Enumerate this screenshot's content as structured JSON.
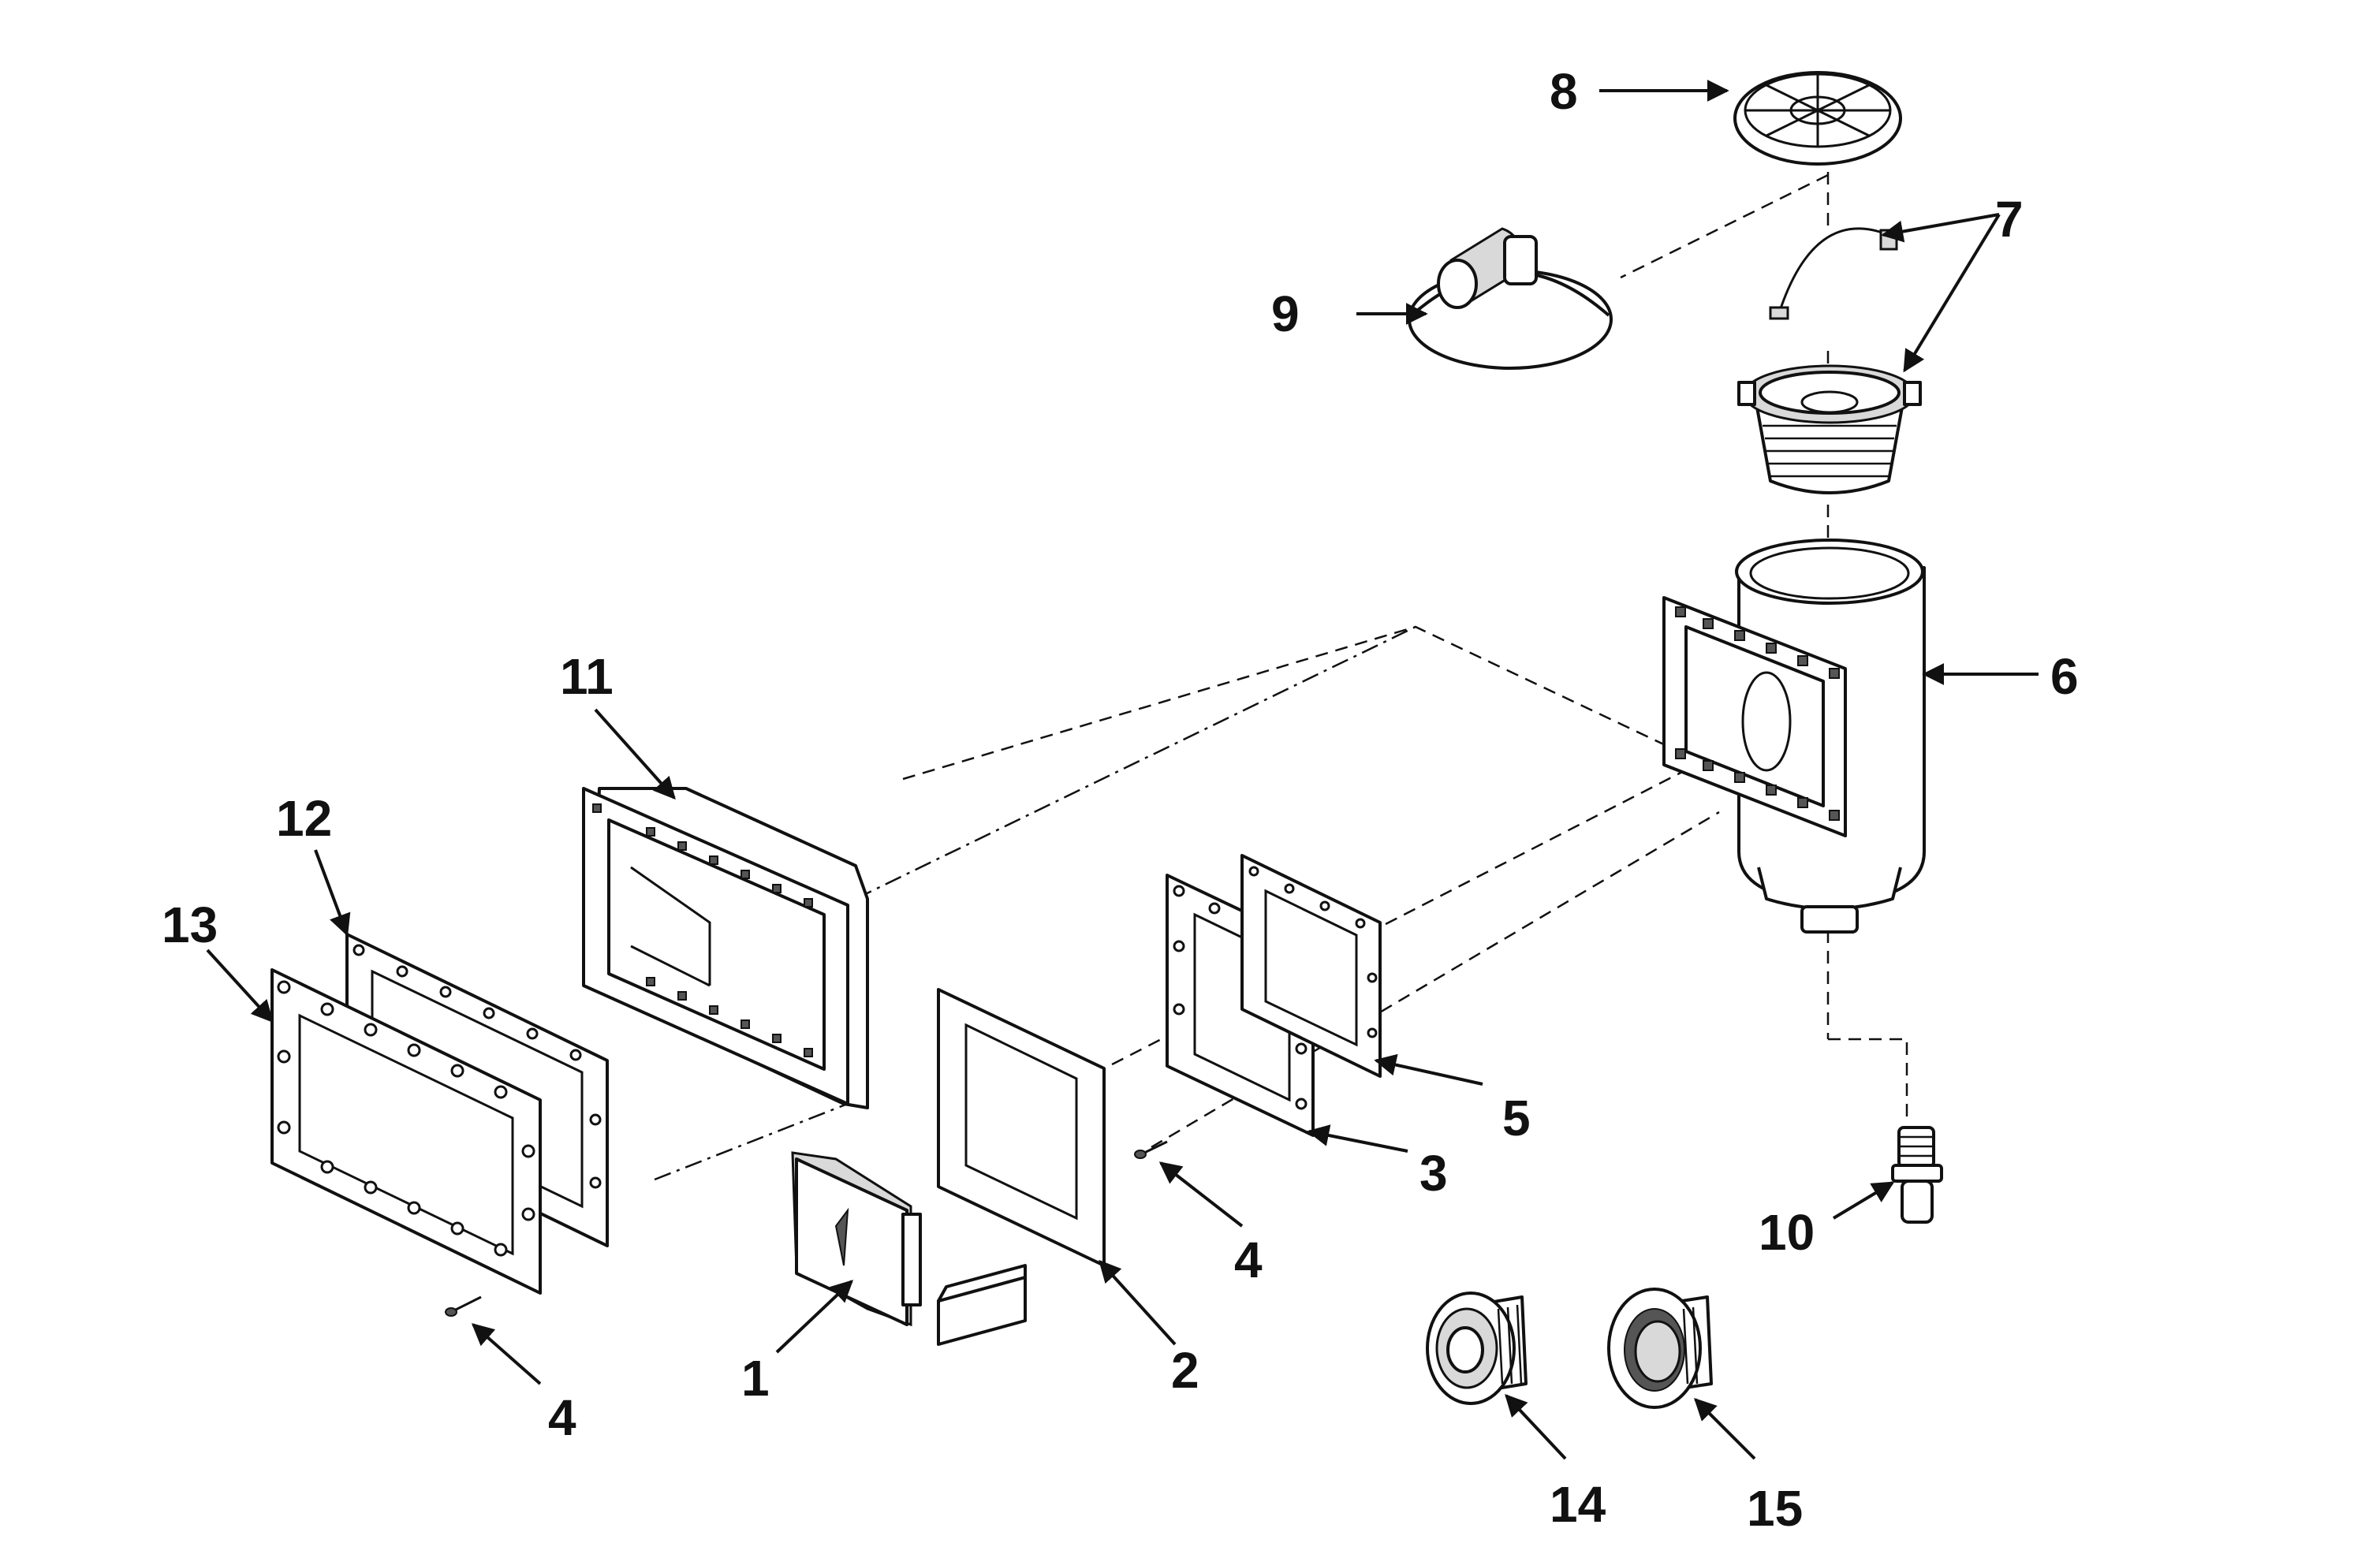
{
  "callouts": [
    {
      "id": "1",
      "label": "1",
      "part": "weir"
    },
    {
      "id": "2",
      "label": "2",
      "part": "face-plate"
    },
    {
      "id": "3",
      "label": "3",
      "part": "mounting-frame"
    },
    {
      "id": "4a",
      "label": "4",
      "part": "screw"
    },
    {
      "id": "4b",
      "label": "4",
      "part": "screw"
    },
    {
      "id": "5",
      "label": "5",
      "part": "gasket"
    },
    {
      "id": "6",
      "label": "6",
      "part": "skimmer-body"
    },
    {
      "id": "7",
      "label": "7",
      "part": "basket-and-handle"
    },
    {
      "id": "8",
      "label": "8",
      "part": "lid"
    },
    {
      "id": "9",
      "label": "9",
      "part": "vacuum-plate"
    },
    {
      "id": "10",
      "label": "10",
      "part": "equalizer-fitting"
    },
    {
      "id": "11",
      "label": "11",
      "part": "wide-mouth-extension"
    },
    {
      "id": "12",
      "label": "12",
      "part": "wide-gasket"
    },
    {
      "id": "13",
      "label": "13",
      "part": "wide-face-plate"
    },
    {
      "id": "14",
      "label": "14",
      "part": "return-fitting"
    },
    {
      "id": "15",
      "label": "15",
      "part": "return-fitting-body"
    }
  ]
}
